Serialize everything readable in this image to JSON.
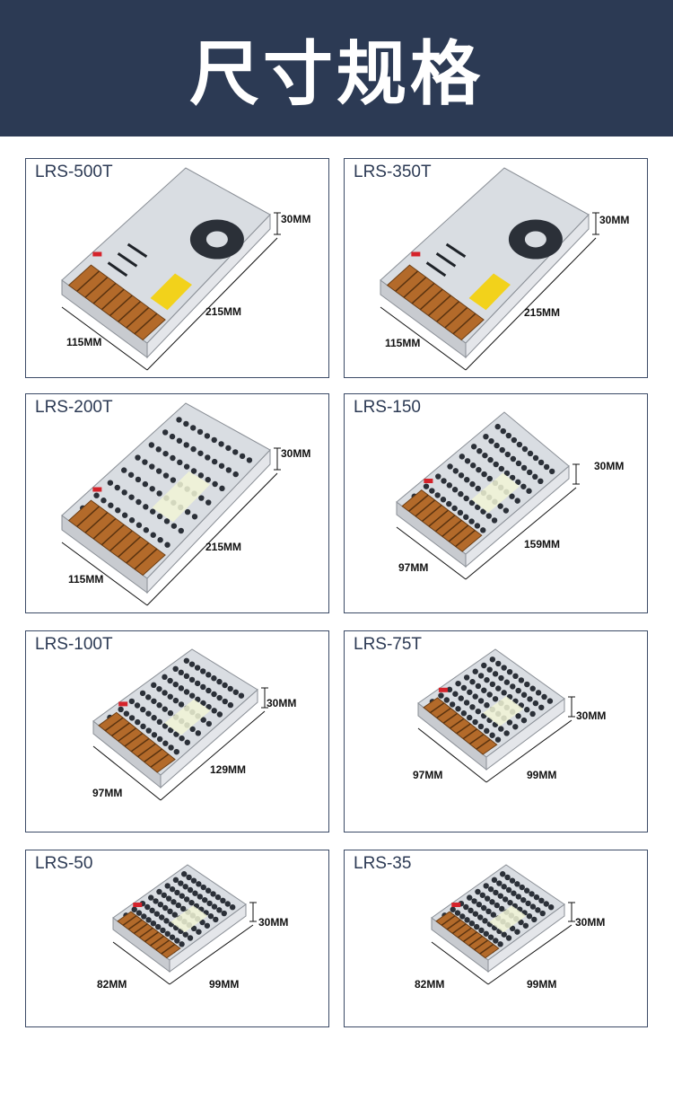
{
  "header": {
    "title": "尺寸规格"
  },
  "products": [
    {
      "model": "LRS-500T",
      "height": "30MM",
      "length": "215MM",
      "width": "115MM",
      "cover": "fan"
    },
    {
      "model": "LRS-350T",
      "height": "30MM",
      "length": "215MM",
      "width": "115MM",
      "cover": "fan"
    },
    {
      "model": "LRS-200T",
      "height": "30MM",
      "length": "215MM",
      "width": "115MM",
      "cover": "mesh"
    },
    {
      "model": "LRS-150",
      "height": "30MM",
      "length": "159MM",
      "width": "97MM",
      "cover": "mesh"
    },
    {
      "model": "LRS-100T",
      "height": "30MM",
      "length": "129MM",
      "width": "97MM",
      "cover": "mesh"
    },
    {
      "model": "LRS-75T",
      "height": "30MM",
      "length": "99MM",
      "width": "97MM",
      "cover": "mesh"
    },
    {
      "model": "LRS-50",
      "height": "30MM",
      "length": "99MM",
      "width": "82MM",
      "cover": "mesh"
    },
    {
      "model": "LRS-35",
      "height": "30MM",
      "length": "99MM",
      "width": "82MM",
      "cover": "mesh"
    }
  ],
  "colors": {
    "header_bg": "#2c3a54",
    "border": "#3b4a66",
    "terminal": "#b36a2a",
    "label": "#f2d21b"
  }
}
